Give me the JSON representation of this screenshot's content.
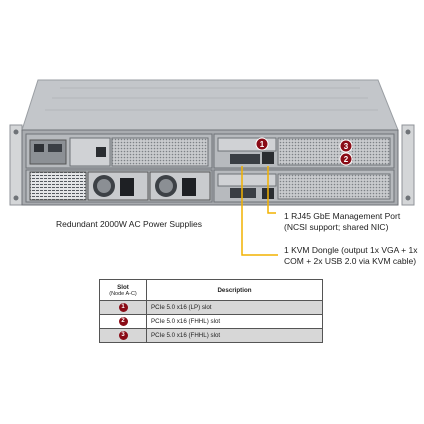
{
  "callouts": {
    "power_supplies": "Redundant 2000W AC Power Supplies",
    "rj45_line1": "1 RJ45 GbE Management Port",
    "rj45_line2": "(NCSI support; shared NIC)",
    "kvm_line1": "1 KVM Dongle (output  1x VGA + 1x",
    "kvm_line2": "COM + 2x USB 2.0 via KVM cable)"
  },
  "markers": [
    "1",
    "2",
    "3"
  ],
  "table": {
    "header_slot": "Slot",
    "header_slot_sub": "(Node A-C)",
    "header_description": "Description",
    "rows": [
      {
        "slot": "1",
        "description": "PCIe 5.0 x16 (LP) slot"
      },
      {
        "slot": "2",
        "description": "PCIe 5.0 x16 (FHHL)  slot"
      },
      {
        "slot": "3",
        "description": "PCIe 5.0 x16 (FHHL)  slot"
      }
    ]
  },
  "colors": {
    "badge": "#8a0b16",
    "callout_line": "#f2b200",
    "chassis": "#b9bcc0"
  }
}
